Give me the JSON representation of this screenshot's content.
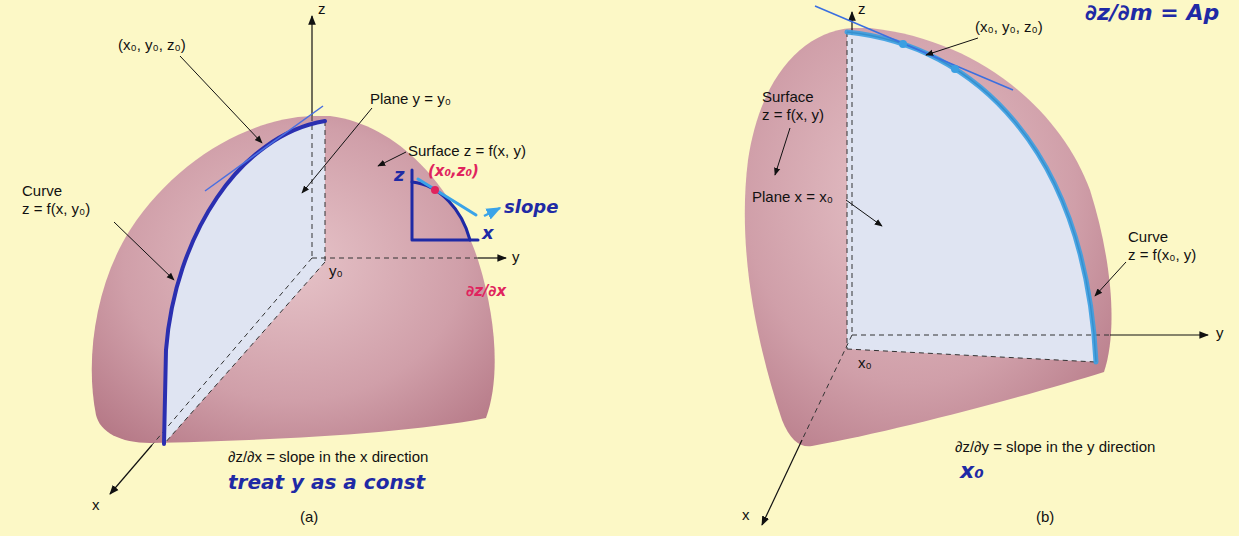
{
  "diagram": {
    "labels": [
      "z",
      "(x₀, y₀, z₀)",
      "Plane y = y₀",
      "Surface z = f(x, y)",
      "Curve",
      "z = f(x, y₀)",
      "y₀",
      "y",
      "x",
      "∂z/∂x = slope in the x direction",
      "(a)",
      "z",
      "(x₀,z₀)",
      "slope",
      "x",
      "∂z/∂x",
      "treat y as a const",
      "∂z/∂m = Ap",
      "z",
      "(x₀, y₀, z₀)",
      "Surface",
      "z = f(x, y)",
      "Plane x = x₀",
      "Curve",
      "z = f(x₀, y)",
      "x₀",
      "y",
      "x",
      "∂z/∂y = slope in the y direction",
      "(b)",
      "x₀"
    ]
  }
}
